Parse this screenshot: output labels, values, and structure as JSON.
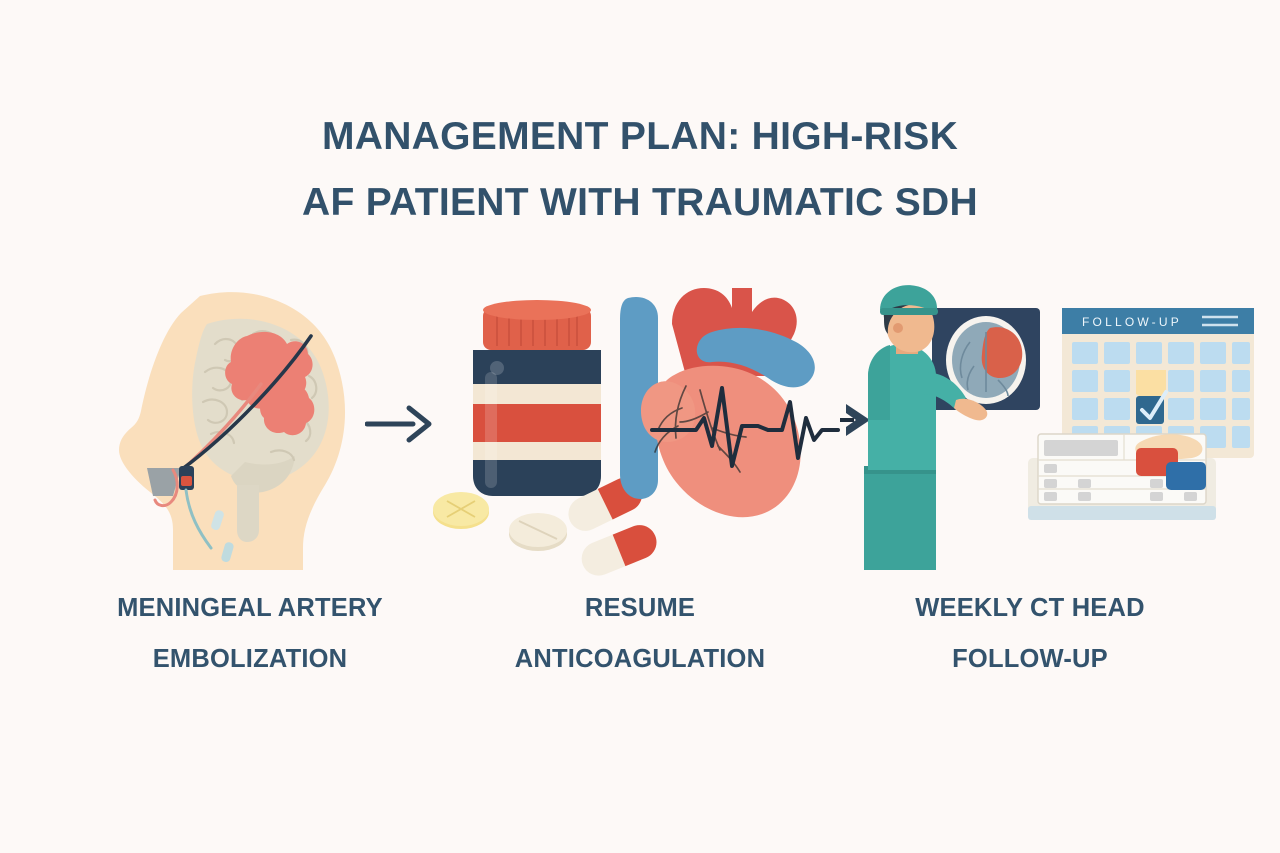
{
  "document": {
    "kind": "medical-infographic",
    "background_color": "#fdf9f7",
    "heading_color": "#32516b",
    "caption_color": "#33536d"
  },
  "title": {
    "line1": "MANAGEMENT PLAN: HIGH-RISK",
    "line2": "AF PATIENT WITH TRAUMATIC SDH",
    "full": "MANAGEMENT PLAN: HIGH-RISK AF PATIENT WITH TRAUMATIC SDH"
  },
  "steps": [
    {
      "index": 1,
      "illustration": "head-brain-catheter-embolization",
      "caption_line1": "MENINGEAL ARTERY",
      "caption_line2": "EMBOLIZATION",
      "caption_full": "MENINGEAL ARTERY EMBOLIZATION",
      "colors": {
        "skin": "#fae0bd",
        "brain": "#e2ddcb",
        "hemorrhage": "#ec7f72",
        "catheter": "#26374a",
        "artery": "#e8897e"
      }
    },
    {
      "index": 2,
      "illustration": "pill-bottle-and-heart-ecg",
      "caption_line1": "RESUME",
      "caption_line2": "ANTICOAGULATION",
      "caption_full": "RESUME ANTICOAGULATION",
      "colors": {
        "bottle_body": "#2b4159",
        "bottle_cap": "#e0614a",
        "label_band": "#f3e7d4",
        "label_stripe": "#d9503e",
        "tablet_yellow": "#f5e08d",
        "tablet_white": "#f2ead8",
        "capsule_red": "#d94f3d",
        "capsule_white": "#f4ede0",
        "heart_body": "#ef8f7d",
        "heart_artery": "#d9544a",
        "heart_vein": "#5e9cc4",
        "ecg_line": "#1f2d3d"
      }
    },
    {
      "index": 3,
      "illustration": "clinician-ct-scan-followup-calendar",
      "caption_line1": "WEEKLY CT HEAD",
      "caption_line2": "FOLLOW-UP",
      "caption_full": "WEEKLY CT HEAD FOLLOW-UP",
      "colors": {
        "scrubs": "#3da39a",
        "skin": "#f0b98f",
        "hair": "#2e3b47",
        "scan_bg": "#2f4460",
        "scan_brain": "#8fa9b8",
        "scan_lesion": "#d9614a",
        "calendar_header": "#3d7ea6",
        "calendar_cell": "#bcdcf0",
        "calendar_paper": "#f3e8d6",
        "check_mark": "#2f688f"
      }
    }
  ],
  "connectors": [
    {
      "id": "arrow-1",
      "from_step": 1,
      "to_step": 2,
      "style": "plain-arrow",
      "color": "#2e4459"
    },
    {
      "id": "arrow-2",
      "from_step": 2,
      "to_step": 3,
      "style": "ecg-arrow",
      "color": "#1f2d3d"
    }
  ],
  "calendar": {
    "header_label": "FOLLOW-UP",
    "rows": 4,
    "columns": 6,
    "checked_cell": {
      "row": 3,
      "column": 3
    }
  }
}
